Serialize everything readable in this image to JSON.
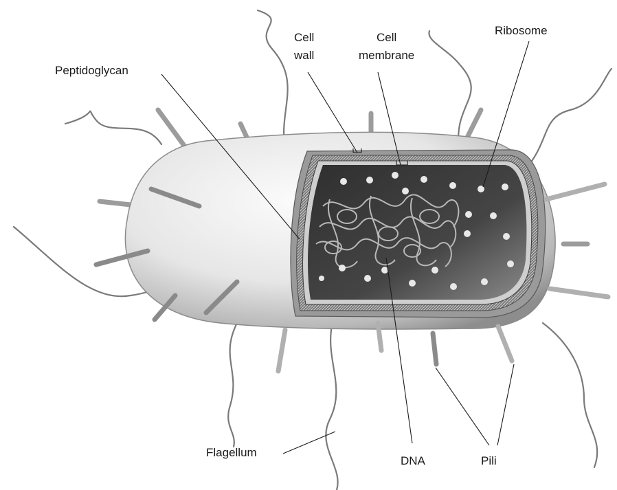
{
  "labels": {
    "cell_wall": "Cell\nwall",
    "cell_membrane": "Cell\nmembrane",
    "ribosome": "Ribosome",
    "peptidoglycan": "Peptidoglycan",
    "flagellum": "Flagellum",
    "dna": "DNA",
    "pili": "Pili"
  },
  "colors": {
    "line": "#1a1a1a",
    "cell_light": "#f4f4f4",
    "cell_shadow": "#9a9a9a",
    "interior_dark": "#3a3a3a",
    "ribosome": "#e8e8e8"
  }
}
